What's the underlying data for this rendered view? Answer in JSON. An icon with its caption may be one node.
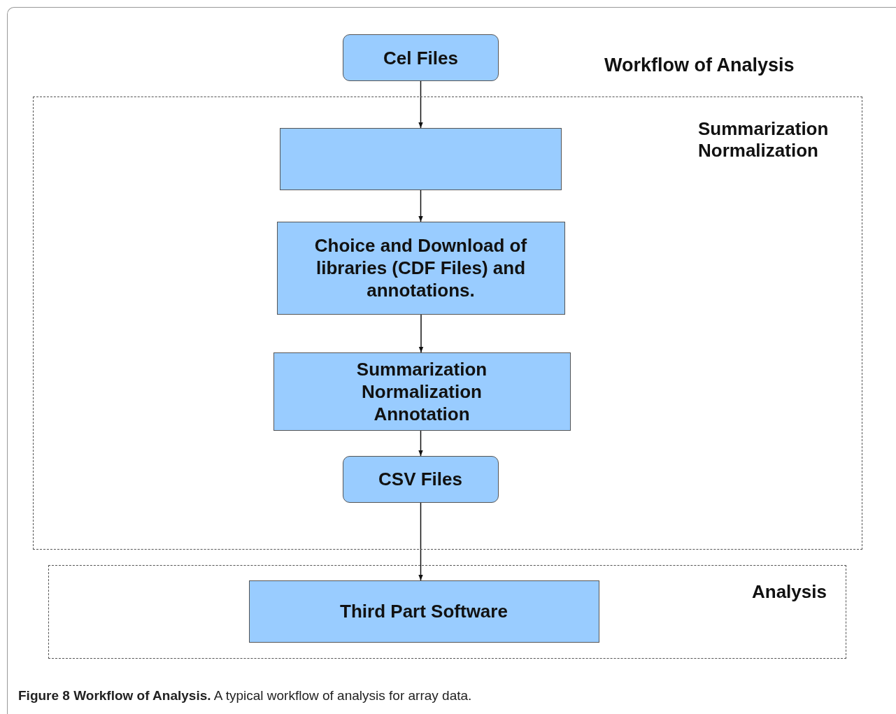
{
  "diagram": {
    "caption": "**Figure 8 Workflow of Analysis.** A typical workflow of analysis for array data.",
    "nodes": [
      {
        "text": [
          "Cel Files"
        ]
      },
      {
        "text": [
          "Summarization Normalization"
        ]
      },
      {
        "text": [],
        "shape": "box",
        "in": 1
      },
      {
        "text": [
          "Choice and Download of libraries (CDF Files) and annotations."
        ],
        "in": 1
      },
      {
        "text": [
          "Summarization Normalization Annotation"
        ],
        "in": 1
      },
      {
        "text": [
          "CSV Files"
        ],
        "in": 1
      },
      {
        "text": [
          "Analysis"
        ]
      },
      {
        "text": [
          "Third Part Software"
        ],
        "in": 6
      }
    ],
    "edges": [
      {
        "from": 0,
        "to": 2,
        "arrow": "to"
      },
      {
        "from": 2,
        "to": 3,
        "arrow": "to"
      },
      {
        "from": 3,
        "to": 4,
        "arrow": "to"
      },
      {
        "from": 4,
        "to": 5,
        "arrow": "to"
      },
      {
        "from": 5,
        "to": 7,
        "arrow": "to"
      }
    ],
    "labels": [
      "Workflow of Analysis"
    ]
  }
}
